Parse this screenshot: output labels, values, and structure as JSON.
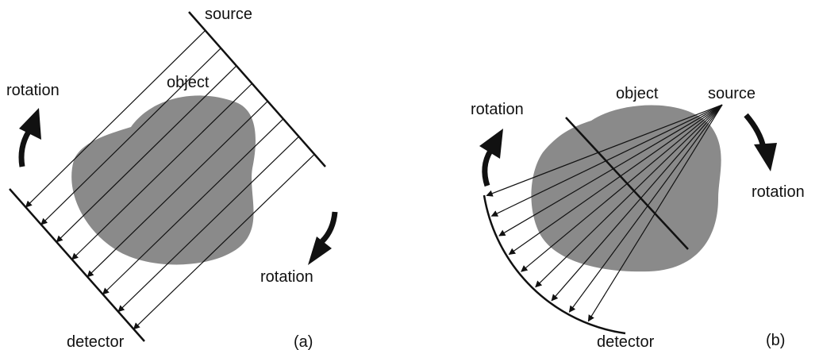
{
  "panel_a": {
    "source_label": "source",
    "object_label": "object",
    "rotation_label_left": "rotation",
    "rotation_label_right": "rotation",
    "detector_label": "detector",
    "caption": "(a)"
  },
  "panel_b": {
    "source_label": "source",
    "object_label": "object",
    "rotation_label_left": "rotation",
    "rotation_label_right": "rotation",
    "detector_label": "detector",
    "caption": "(b)"
  },
  "colors": {
    "object_fill": "#8a8a8a",
    "line": "#111111",
    "background": "#ffffff"
  }
}
